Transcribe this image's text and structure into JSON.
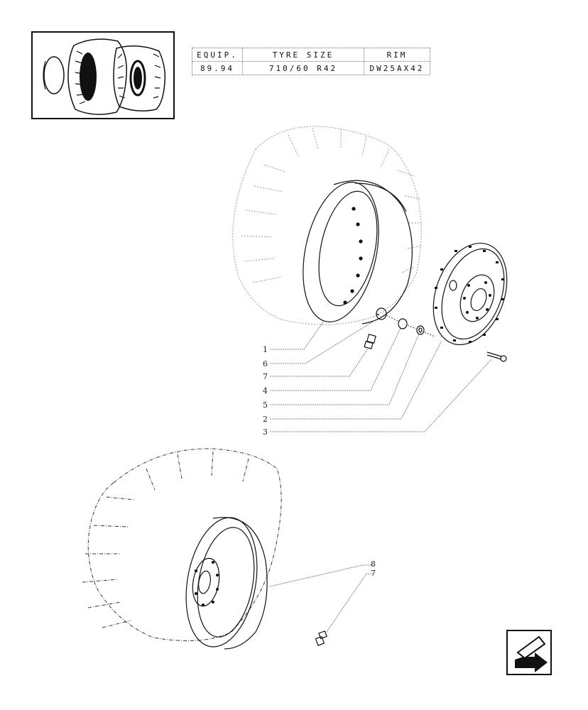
{
  "spec_table": {
    "headers": [
      "EQUIP.",
      "TYRE SIZE",
      "RIM"
    ],
    "values": [
      "89.94",
      "710/60 R42",
      "DW25AX42"
    ]
  },
  "callouts": {
    "upper": [
      "1",
      "6",
      "7",
      "4",
      "5",
      "2",
      "3"
    ],
    "lower": [
      "8",
      "7"
    ]
  },
  "icons": {
    "thumbnail": "tractor-wheel-thumbnail-icon",
    "navigation": "next-page-arrow-icon"
  }
}
